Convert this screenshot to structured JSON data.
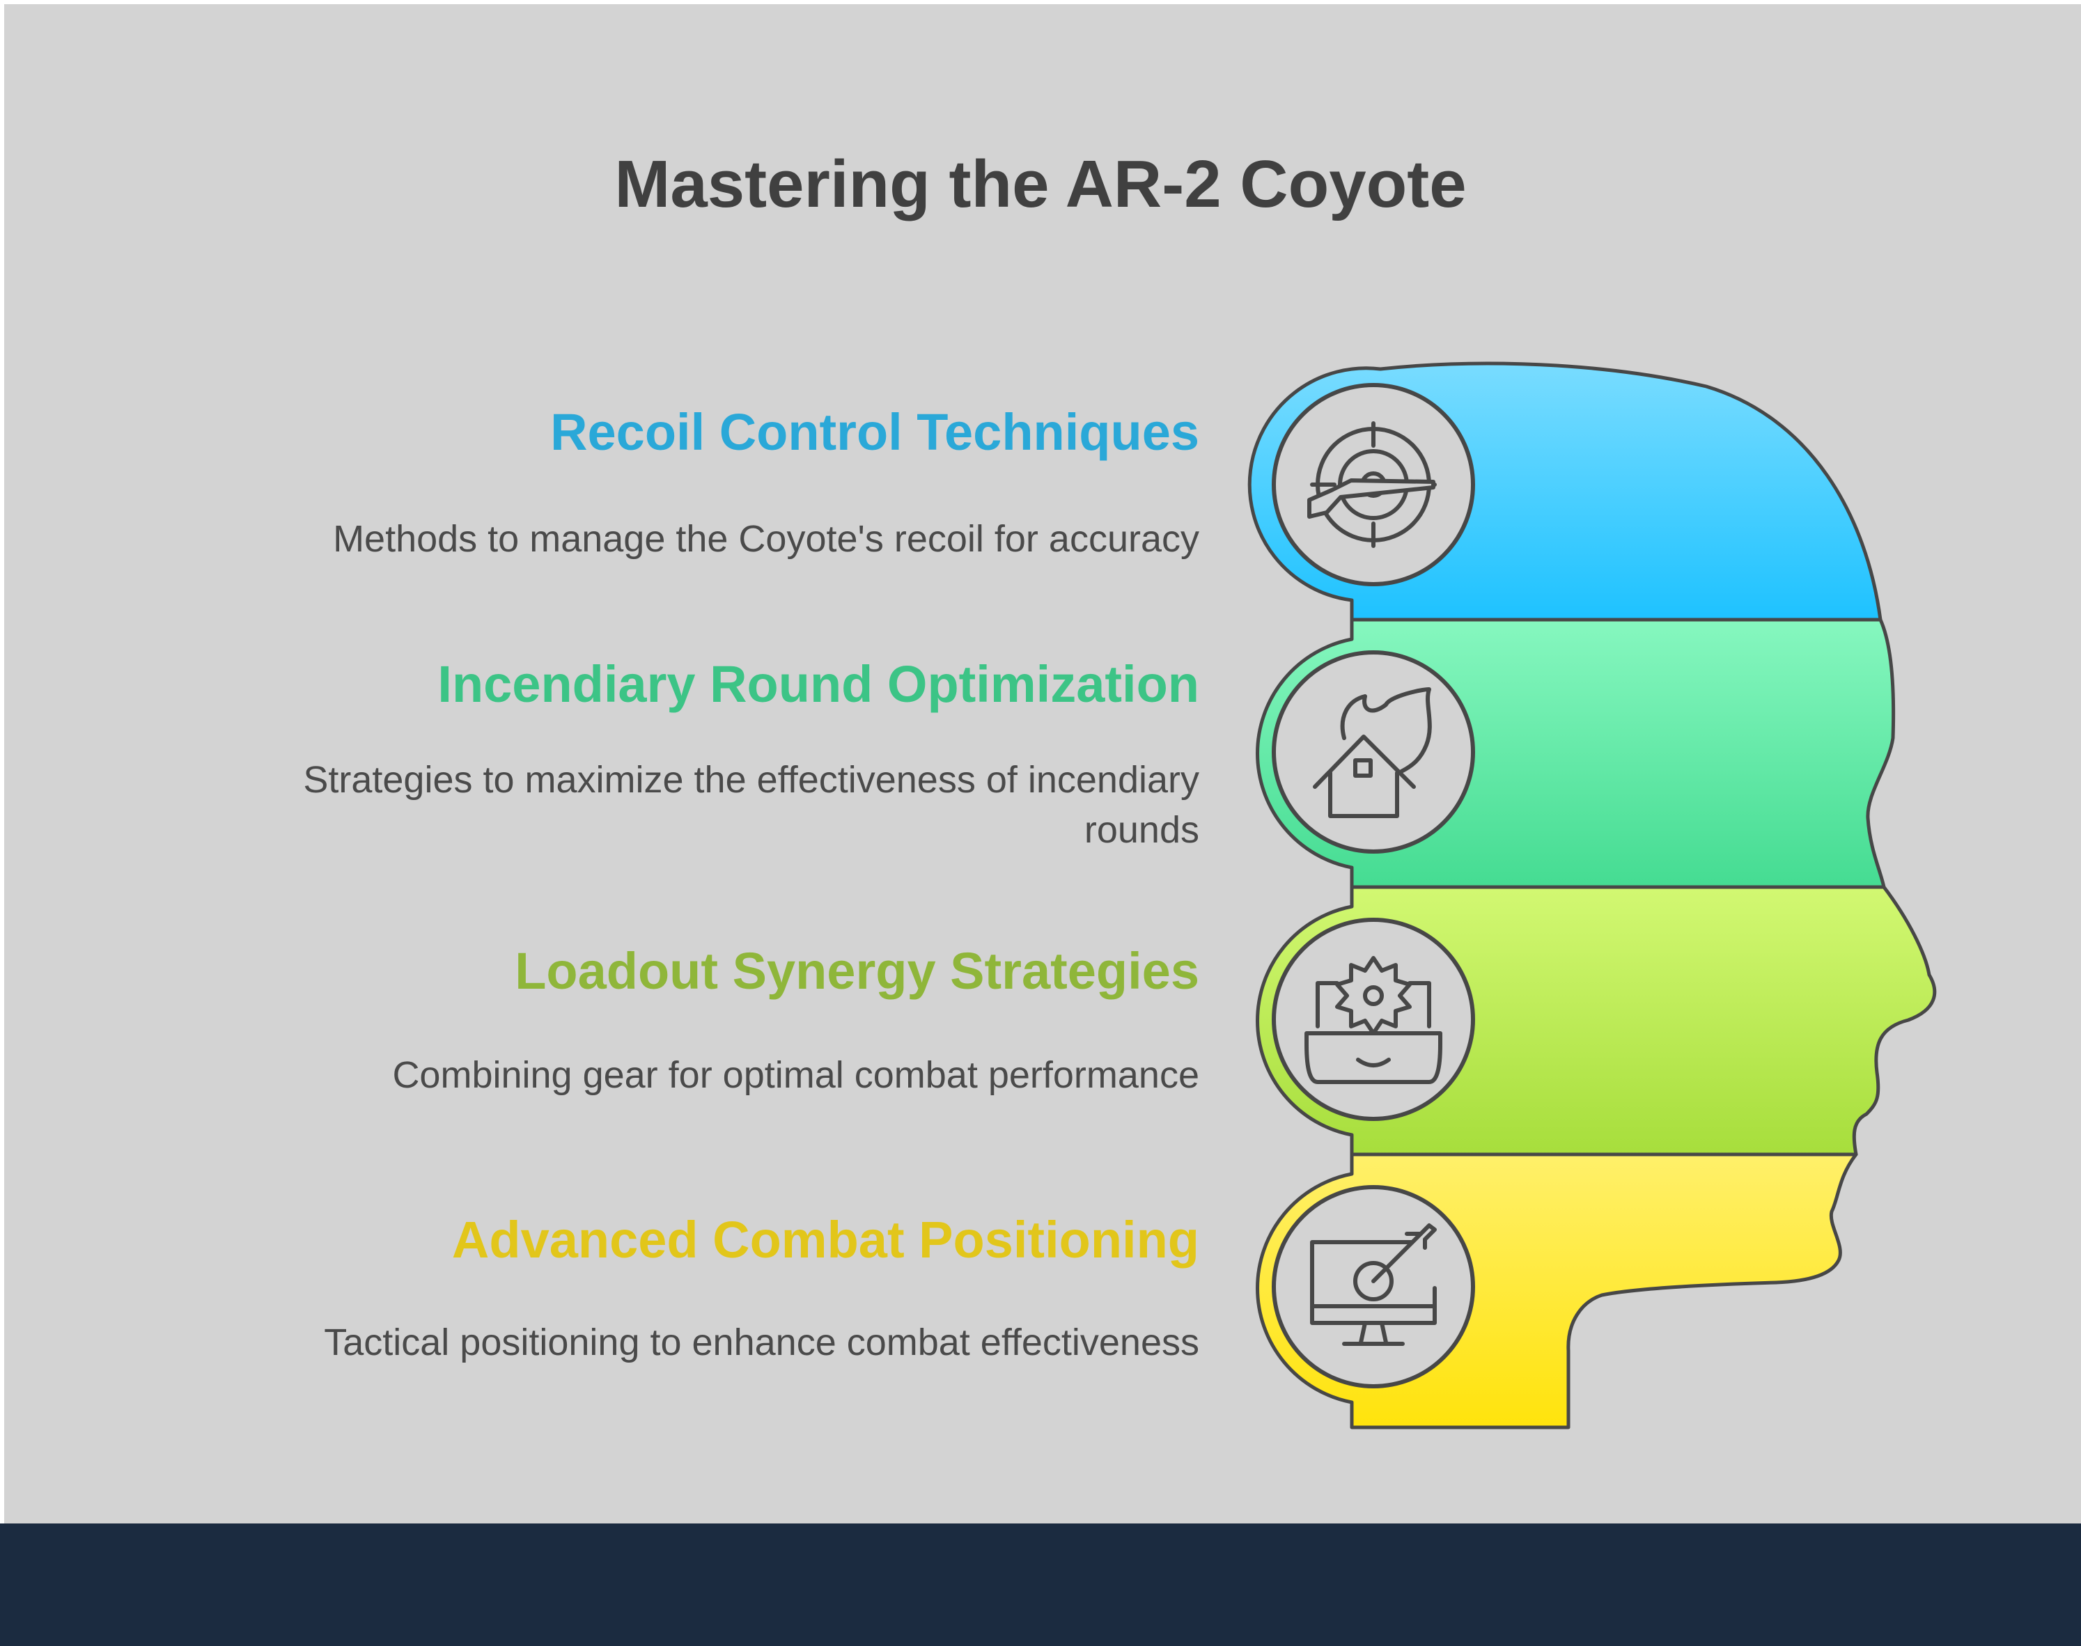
{
  "title": "Mastering the AR-2 Coyote",
  "topics": [
    {
      "heading": "Recoil Control Techniques",
      "description": "Methods to manage the Coyote's recoil for accuracy",
      "icon": "crosshair-rifle-icon",
      "color": "#2aa8d8"
    },
    {
      "heading": "Incendiary Round Optimization",
      "description": "Strategies to maximize the effectiveness of incendiary rounds",
      "icon": "house-fire-icon",
      "color": "#3cc486"
    },
    {
      "heading": "Loadout Synergy Strategies",
      "description": "Combining gear for optimal combat performance",
      "icon": "laptop-gear-icon",
      "color": "#8fb63a"
    },
    {
      "heading": "Advanced Combat Positioning",
      "description": "Tactical positioning to enhance combat effectiveness",
      "icon": "monitor-target-icon",
      "color": "#e2c61a"
    }
  ],
  "colors": {
    "background": "#d3d3d3",
    "footer": "#1b2b40",
    "title": "#404040",
    "description": "#4a4a4a",
    "outline": "#474747"
  }
}
